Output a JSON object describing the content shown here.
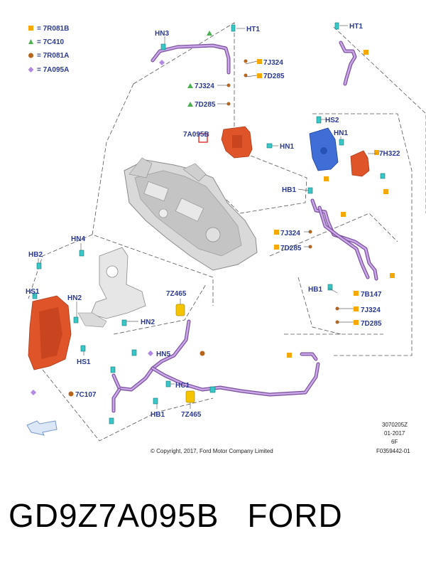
{
  "legend": [
    {
      "shape": "square",
      "color": "#f7a800",
      "text": "= 7R081B"
    },
    {
      "shape": "triangle",
      "color": "#4caf50",
      "text": "= 7C410"
    },
    {
      "shape": "circle",
      "color": "#b5651d",
      "text": "= 7R081A"
    },
    {
      "shape": "diamond",
      "color": "#b388e0",
      "text": "= 7A095A"
    }
  ],
  "callouts": {
    "hn3": "HN3",
    "ht1_a": "HT1",
    "ht1_b": "HT1",
    "j324_a": "7J324",
    "d285_a": "7D285",
    "j324_b": "7J324",
    "d285_b": "7D285",
    "a095b": "7A095B",
    "hn1_a": "HN1",
    "hs2": "HS2",
    "hn1_b": "HN1",
    "h322": "7H322",
    "hb1_a": "HB1",
    "j324_c": "7J324",
    "d285_c": "7D285",
    "hn4": "HN4",
    "hb2": "HB2",
    "hs1_a": "HS1",
    "hn2_a": "HN2",
    "hn2_b": "HN2",
    "z465_a": "7Z465",
    "hb1_b": "HB1",
    "b147": "7B147",
    "j324_d": "7J324",
    "d285_d": "7D285",
    "hs1_b": "HS1",
    "hn5": "HN5",
    "hc1": "HC1",
    "c107": "7C107",
    "hb1_c": "HB1",
    "z465_b": "7Z465"
  },
  "footer": {
    "ref": "3070205Z",
    "date": "01-2017",
    "code": "6F",
    "fig": "F0359442-01",
    "copyright": "© Copyright, 2017, Ford Motor Company Limited"
  },
  "caption": {
    "part_number": "GD9Z7A095B",
    "brand": "FORD"
  },
  "colors": {
    "label": "#2b3990",
    "hose": "#7a4f9c",
    "bracket_red": "#e0542a",
    "bracket_blue": "#3f6fd6",
    "clip": "#38c6c6"
  }
}
